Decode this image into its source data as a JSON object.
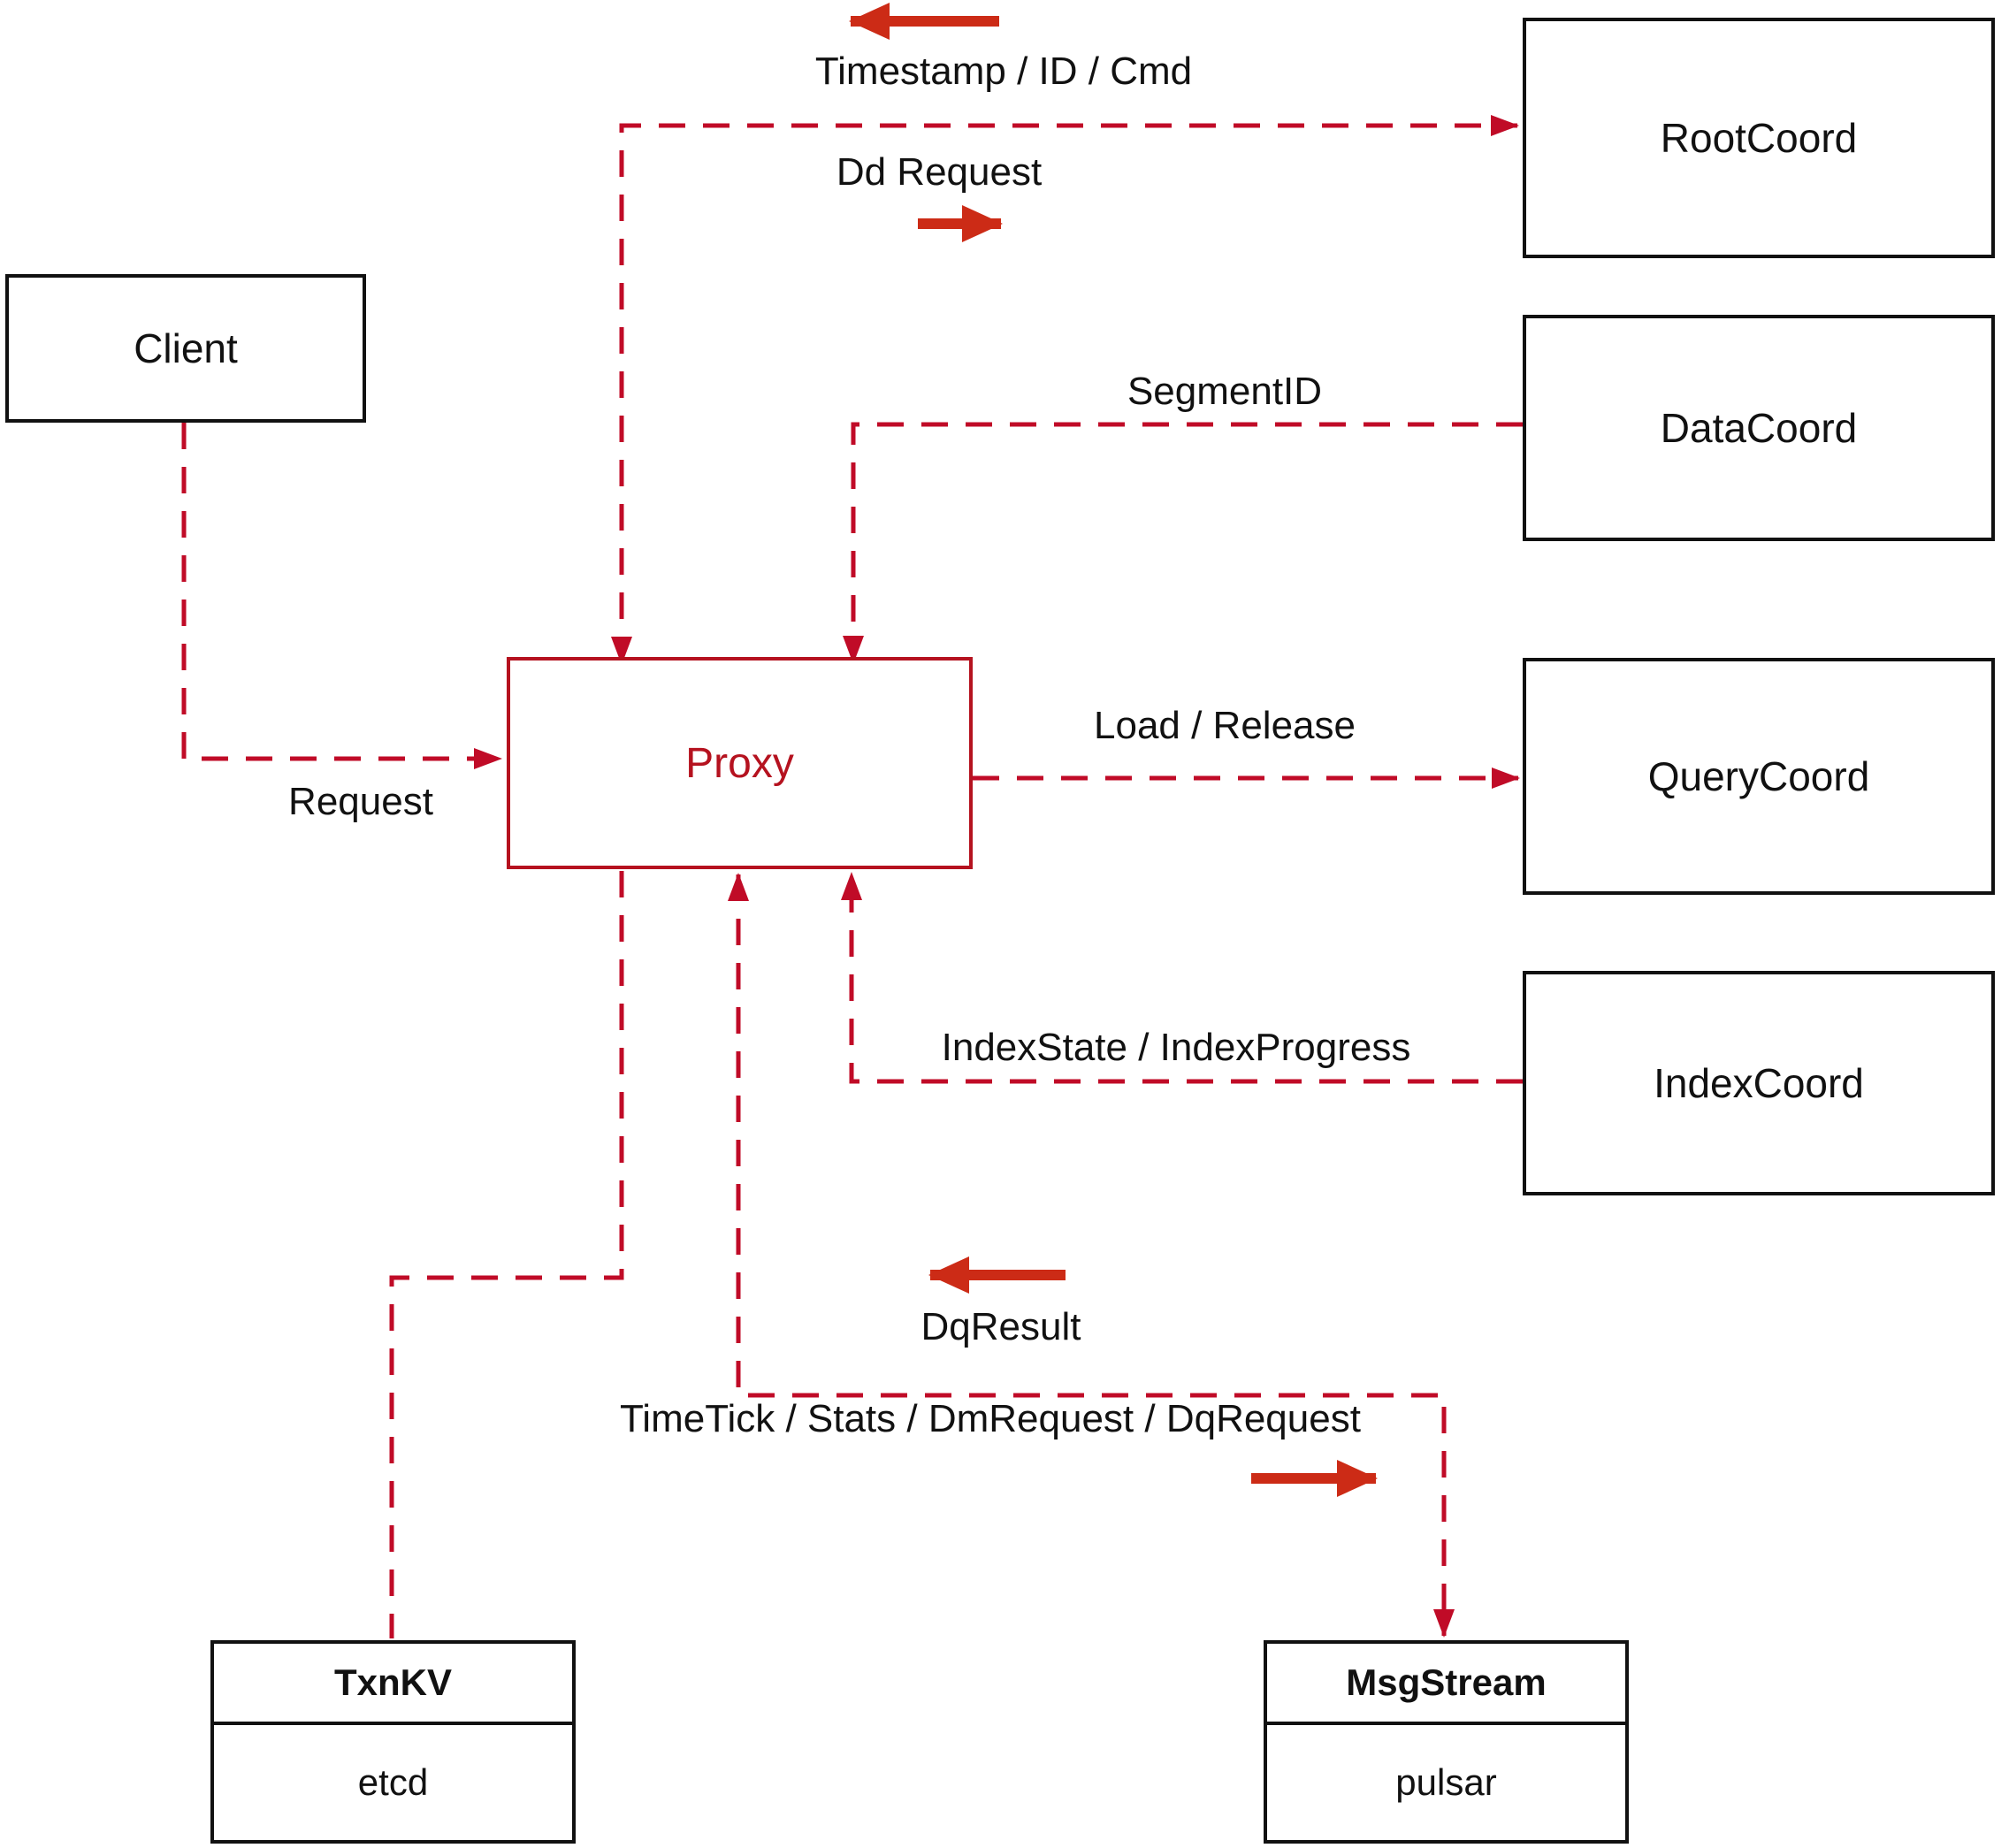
{
  "diagram_title": "",
  "colors": {
    "line_red": "#c00b27",
    "arrow_red": "#cc2b16",
    "proxy_red": "#b5121f",
    "node_black": "#111111",
    "background": "#ffffff"
  },
  "nodes": {
    "client": {
      "label": "Client"
    },
    "proxy": {
      "label": "Proxy"
    },
    "rootcoord": {
      "label": "RootCoord"
    },
    "datacoord": {
      "label": "DataCoord"
    },
    "querycoord": {
      "label": "QueryCoord"
    },
    "indexcoord": {
      "label": "IndexCoord"
    },
    "txnkv": {
      "header": "TxnKV",
      "body": "etcd"
    },
    "msgstream": {
      "header": "MsgStream",
      "body": "pulsar"
    }
  },
  "edge_labels": {
    "timestamp_id_cmd": "Timestamp / ID / Cmd",
    "dd_request": "Dd Request",
    "segment_id": "SegmentID",
    "load_release": "Load / Release",
    "request": "Request",
    "index_state": "IndexState / IndexProgress",
    "dq_result": "DqResult",
    "timetick": "TimeTick / Stats / DmRequest / DqRequest"
  },
  "connections": [
    {
      "from": "Client",
      "to": "Proxy",
      "style": "dashed",
      "arrows": "to",
      "label": "Request"
    },
    {
      "from": "Proxy",
      "to": "RootCoord",
      "style": "dashed",
      "arrows": "both",
      "label_up": "Timestamp / ID / Cmd",
      "label_down": "Dd Request"
    },
    {
      "from": "DataCoord",
      "to": "Proxy",
      "style": "dashed",
      "arrows": "to",
      "label": "SegmentID"
    },
    {
      "from": "Proxy",
      "to": "QueryCoord",
      "style": "dashed",
      "arrows": "to",
      "label": "Load / Release"
    },
    {
      "from": "IndexCoord",
      "to": "Proxy",
      "style": "dashed",
      "arrows": "to",
      "label": "IndexState / IndexProgress"
    },
    {
      "from": "Proxy",
      "to": "TxnKV",
      "style": "dashed",
      "arrows": "none",
      "label": ""
    },
    {
      "from": "Proxy",
      "to": "MsgStream",
      "style": "dashed",
      "arrows": "both",
      "label_up": "DqResult",
      "label_down": "TimeTick / Stats / DmRequest / DqRequest"
    }
  ]
}
